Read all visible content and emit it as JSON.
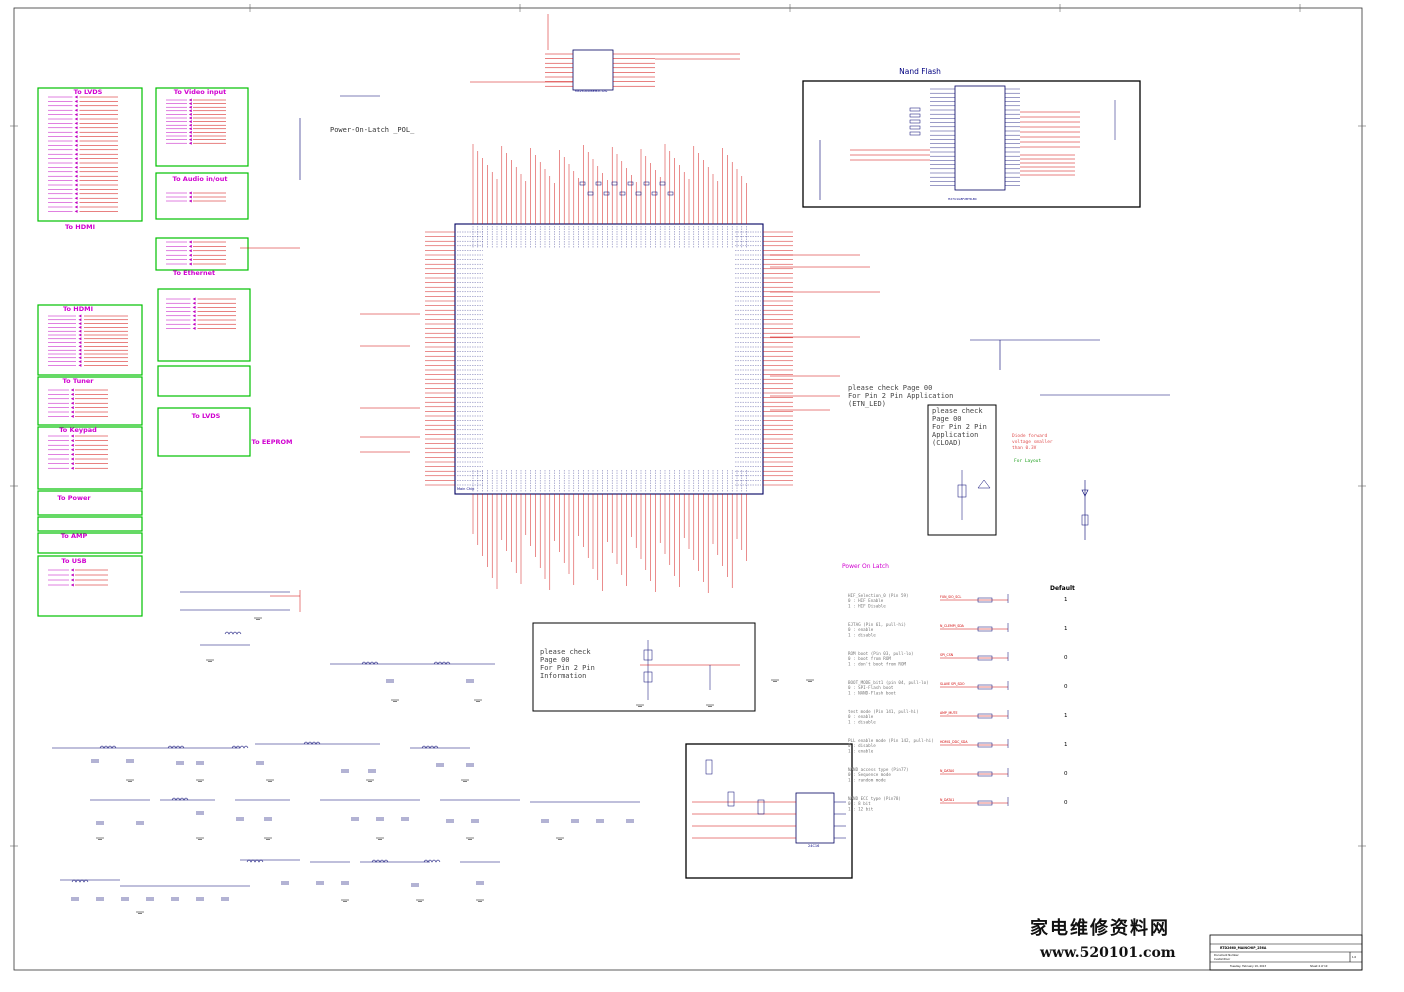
{
  "diagram": {
    "chip_label": "Main Chip",
    "power_on_latch_title": "Power-On-Latch _POL_",
    "power_on_latch_heading": "Power On Latch",
    "default_heading": "Default",
    "nand_flash_title": "Nand Flash",
    "nand_part": "H27U1G8F2BTR-BC",
    "flash_part": "MX25L6406EM2I-12G",
    "eeprom_part": "24C16",
    "note_etn_led": [
      "please check  Page 00",
      "For Pin 2 Pin Application",
      "(ETN_LED)"
    ],
    "note_cload": [
      "please check",
      "Page 00",
      "For Pin 2 Pin",
      "Application",
      "(CLOAD)"
    ],
    "note_info": [
      "please check",
      "Page 00",
      "For Pin 2 Pin",
      "Information"
    ],
    "note_diode": [
      "Diode forward",
      "voltage smaller",
      "than 0.3V"
    ],
    "note_layout": "For Layout",
    "watermark_cn": "家电维修资料网",
    "watermark_url": "www.520101.com",
    "title_block": {
      "title": "RTD2660_MAINCHIP_256A",
      "doc_label": "Document Number",
      "doc_value": "CustomDoor",
      "date": "Tuesday, February 19, 2013",
      "sheet": "Sheet 4 of 10",
      "rev": "1.0"
    }
  },
  "groups": [
    {
      "key": "lvds",
      "title": "To LVDS",
      "footer": "To HDMI"
    },
    {
      "key": "video",
      "title": "To Video input"
    },
    {
      "key": "audio",
      "title": "To Audio in/out"
    },
    {
      "key": "ethernet",
      "title": "To Ethernet"
    },
    {
      "key": "hdmi",
      "title": "To HDMI"
    },
    {
      "key": "tuner",
      "title": "To Tuner"
    },
    {
      "key": "keypad",
      "title": "To Keypad"
    },
    {
      "key": "power",
      "title": "To Power"
    },
    {
      "key": "amp",
      "title": "To AMP"
    },
    {
      "key": "usb",
      "title": "To USB"
    },
    {
      "key": "lvds2",
      "title": "To LVDS"
    },
    {
      "key": "eeprom",
      "title": "To EEPROM"
    }
  ],
  "latch_options": [
    {
      "desc": [
        "HIF_Selection_0 (Pin 59)",
        "0 : HIF Enable",
        "1 : HIF Disable"
      ],
      "net": "FUN_SIO_SCL",
      "default": "1"
    },
    {
      "desc": [
        "EJTAG (Pin 61, pull-hi)",
        "0 : enable",
        "1 : disable"
      ],
      "net": "N_CLEMPI_SDA",
      "default": "1"
    },
    {
      "desc": [
        "ROM boot (Pin 03, pull-lo)",
        "0 : boot from ROM",
        "1 : don't boot from ROM"
      ],
      "net": "SPI_CSN",
      "default": "0"
    },
    {
      "desc": [
        "BOOT_MODE_bit1 (pin 04, pull-lo)",
        "0 : SPI-Flash boot",
        "1 : NAND-Flash boot"
      ],
      "net": "SLAVE SPI_SDO",
      "default": "0"
    },
    {
      "desc": [
        "test mode (Pin 141, pull-hi)",
        "0 : enable",
        "1 : disable"
      ],
      "net": "AMP_MUTE",
      "default": "1"
    },
    {
      "desc": [
        "PLL enable mode (Pin 142, pull-hi)",
        "0 : disable",
        "1 : enable"
      ],
      "net": "HDMI1_DDC_SDA",
      "default": "1"
    },
    {
      "desc": [
        "NAND access type (Pin77)",
        "0 : Sequence mode",
        "1 : random mode"
      ],
      "net": "N_DATA0",
      "default": "0"
    },
    {
      "desc": [
        "NAND ECC type (Pin78)",
        "0 : 8 bit",
        "1 : 12 bit"
      ],
      "net": "N_DATA1",
      "default": "0"
    }
  ]
}
